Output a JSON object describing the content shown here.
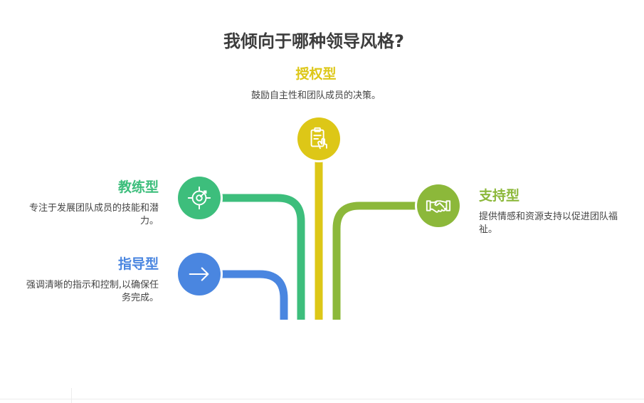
{
  "title": "我倾向于哪种领导风格?",
  "colors": {
    "authorize": "#DDC717",
    "coach": "#3DBE7C",
    "support": "#8CB83A",
    "direct": "#4A86E0"
  },
  "styles": {
    "authorize": {
      "label": "授权型",
      "desc": "鼓励自主性和团队成员的决策。",
      "icon": "clipboard-hand-icon"
    },
    "coach": {
      "label": "教练型",
      "desc_line1": "专注于发展团队成员的技能和潜",
      "desc_line2": "力。",
      "icon": "target-icon"
    },
    "support": {
      "label": "支持型",
      "desc_line1": "提供情感和资源支持以促进团队福",
      "desc_line2": "祉。",
      "icon": "handshake-icon"
    },
    "direct": {
      "label": "指导型",
      "desc_line1": "强调清晰的指示和控制,以确保任",
      "desc_line2": "务完成。",
      "icon": "arrow-right-icon"
    }
  }
}
